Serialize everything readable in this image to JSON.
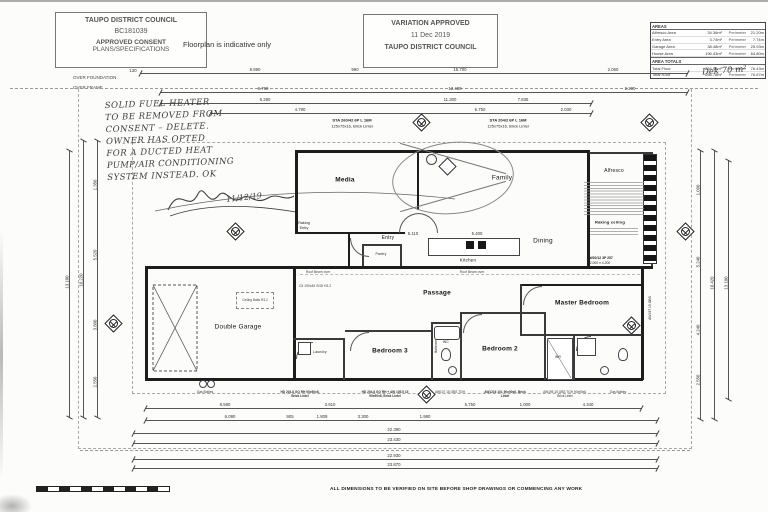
{
  "stamps": {
    "council": {
      "authority": "TAUPO DISTRICT COUNCIL",
      "reference": "BC181039",
      "line3": "APPROVED CONSENT",
      "line4": "PLANS/SPECIFICATIONS"
    },
    "variation": {
      "line1": "VARIATION APPROVED",
      "date": "11 Dec 2019",
      "authority": "TAUPO DISTRICT COUNCIL"
    },
    "indicative_note": "Floorplan is indicative only",
    "deck_note": "Dek 70 m²"
  },
  "areas_table": {
    "title": "AREAS",
    "perimeter_label": "Perimeter",
    "rows": [
      {
        "label": "Alfresco Area",
        "value": "34.36m²",
        "perimeter": "21.20m"
      },
      {
        "label": "Entry Area",
        "value": "3.74m²",
        "perimeter": "7.74m"
      },
      {
        "label": "Garage Area",
        "value": "38.48m²",
        "perimeter": "25.93m"
      },
      {
        "label": "House Area",
        "value": "196.43m²",
        "perimeter": "64.80m"
      }
    ],
    "totals_title": "AREA TOTALS",
    "totals": [
      {
        "label": "Total Floor",
        "value": "234.98m²",
        "perimeter": "76.43m"
      },
      {
        "label": "Total Roof",
        "value": "266.78m²",
        "perimeter": "76.67m"
      }
    ]
  },
  "handwriting": {
    "lines": [
      "SOLID FUEL HEATER",
      "TO BE REMOVED FROM",
      "CONSENT – DELETE.",
      "OWNER HAS OPTED",
      "FOR A DUCTED HEAT",
      "PUMP/AIR CONDITIONING",
      "SYSTEM INSTEAD. OK"
    ],
    "date": "11/12/19"
  },
  "frame_labels": {
    "over_foundation": "OVER FOUNDATION",
    "over_frame": "OVER FRAME"
  },
  "rooms": {
    "media": "Media",
    "family": "Family",
    "alfresco": "Alfresco",
    "dining": "Dining",
    "kitchen": "Kitchen",
    "pantry": "Pantry",
    "entry": "Entry",
    "raking_entry": "Raking Entry",
    "passage": "Passage",
    "master_bedroom": "Master Bedroom",
    "bedroom2": "Bedroom 2",
    "bedroom3": "Bedroom 3",
    "double_garage": "Double Garage",
    "laundry": "Laundry",
    "bathroom": "Bathroom",
    "wc": "WC",
    "wr": "WR",
    "raking_ceiling": "Raking ceiling"
  },
  "annotations": {
    "roof_beam": "Roof Beam over",
    "ceiling_batts": "Ceiling Batts R3.2",
    "beam_spec": "C8 190x45 SG8 H3.2",
    "lintel_left_1": "STA 260/42 6P L 16M",
    "lintel_left_2": "125x75x16, Brick Lintel",
    "lintel_right_1": "STA 204/2 6P L 16M",
    "lintel_right_2": "125x75x16, Brick Lintel",
    "aw_master_1": "AW20/12 3P 257",
    "aw_master_2": "2.000 x 4.200",
    "aw_side": "AW197 15 OBS"
  },
  "schedule": [
    "Gas Bottles",
    "HD 204.8 GO RH 90x90x6, Brick Lintel",
    "HD 204.8 GO RH + AW 105.5 15 90x90x6, Brick Lintel",
    "AW107 15 OBS TGH",
    "AW1216 10L 90x90x6, Brick Lintel",
    "AW195 15 OBS TGH 90x90x6, Brick Lintel",
    "Gas Bottles"
  ],
  "dims": {
    "top": [
      "130",
      "8.890",
      "990",
      "15.700",
      "2.060",
      "6.790",
      "13.480",
      "2.200",
      "5.290",
      "11.300",
      "7.835",
      "4.790",
      "5.750",
      "2.030"
    ],
    "bottom": [
      "8.590",
      "3.910",
      "5.750",
      "1.000",
      "4.340",
      "6.090",
      "905",
      "1.809",
      "3.300",
      "1.980",
      "22.390",
      "23.430",
      "22.930",
      "23.870"
    ],
    "left": [
      "1.350",
      "5.520",
      "3.600",
      "2.550",
      "10.220",
      "13.100"
    ],
    "right": [
      "1.090",
      "5.240",
      "4.240",
      "2.550",
      "10.420",
      "13.100"
    ],
    "inner": [
      "5.110",
      "5.400"
    ]
  },
  "footer": {
    "disclaimer": "ALL DIMENSIONS TO BE VERIFIED ON SITE BEFORE SHOP DRAWINGS OR COMMENCING ANY WORK"
  }
}
